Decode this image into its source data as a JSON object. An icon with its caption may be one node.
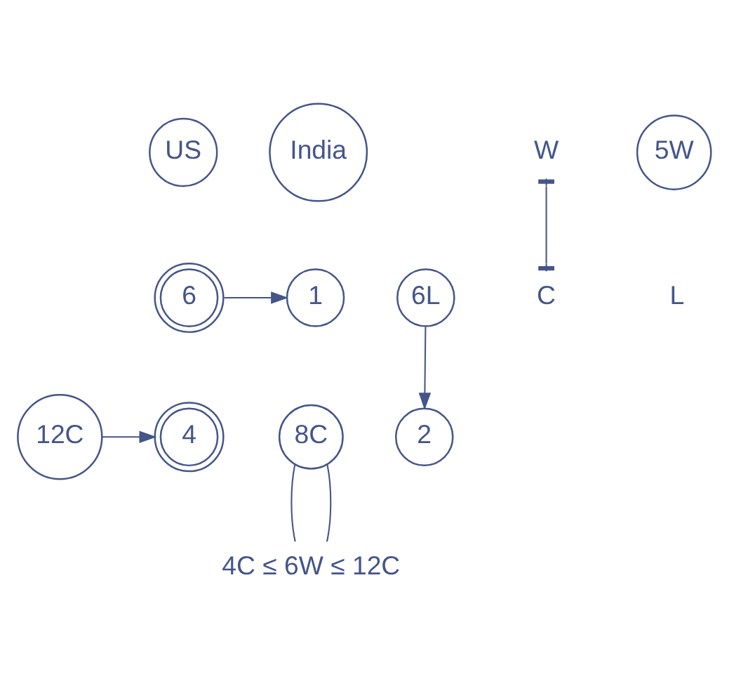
{
  "diagram": {
    "nodes": [
      {
        "text": [
          "US"
        ]
      },
      {
        "text": [
          "India"
        ]
      },
      {
        "text": [
          "W"
        ]
      },
      {
        "text": [
          "6"
        ]
      },
      {
        "text": [
          "1"
        ]
      },
      {
        "text": [
          "6L"
        ]
      },
      {
        "text": [
          "5W"
        ]
      },
      {
        "text": [
          "C"
        ]
      },
      {
        "text": [
          "4"
        ]
      },
      {
        "text": [
          "2"
        ]
      },
      {
        "text": [
          "12C"
        ]
      },
      {
        "text": [
          "4C ≤ 6W ≤ 12C"
        ]
      },
      {
        "text": [
          "8C"
        ]
      }
    ],
    "edges": [
      {
        "from": 2,
        "to": 7,
        "arrow": "other"
      },
      {
        "from": 3,
        "to": 4,
        "arrow": "to"
      },
      {
        "from": 5,
        "to": 9,
        "arrow": "to"
      },
      {
        "from": 10,
        "to": 8,
        "arrow": "to"
      },
      {
        "from": 12,
        "to": 11,
        "arrow": "none"
      },
      {
        "from": 12,
        "to": 11,
        "arrow": "none"
      }
    ],
    "labels": [
      "L"
    ]
  }
}
